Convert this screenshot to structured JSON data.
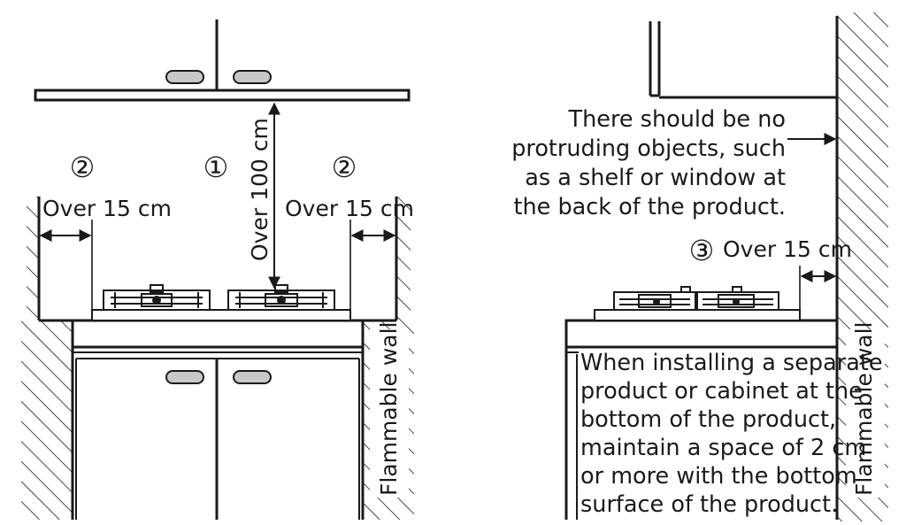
{
  "left_diagram": {
    "marker_center": "①",
    "marker_left": "②",
    "marker_right": "②",
    "vertical_clearance": "Over 100 cm",
    "left_side_clearance": "Over 15 cm",
    "right_side_clearance": "Over 15 cm",
    "wall_label": "Flammable wall"
  },
  "right_diagram": {
    "back_note": {
      "lines": [
        "There should be no",
        "protruding objects, such",
        "as a shelf or window at",
        "the back of the product."
      ]
    },
    "marker_back": "③",
    "back_clearance": "Over 15 cm",
    "bottom_note": {
      "lines": [
        "When installing a separate",
        "product or cabinet at the",
        "bottom of the product,",
        "maintain a space of 2 cm",
        "or more with the bottom",
        "surface of the product."
      ]
    },
    "wall_label": "Flammable wall"
  },
  "colors": {
    "line": "#1a1a1a",
    "handle_fill": "#c8c8c8",
    "wall_fill": "#ffffff"
  }
}
